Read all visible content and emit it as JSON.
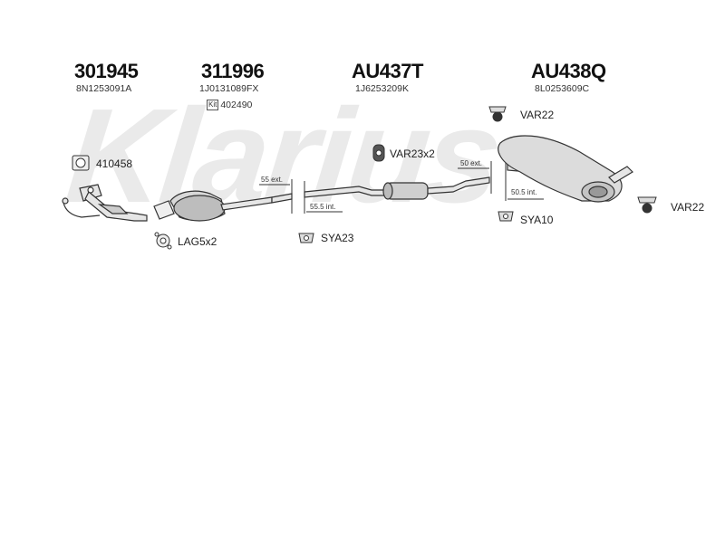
{
  "watermark": "Klarius",
  "parts": [
    {
      "number": "301945",
      "oem": "8N1253091A"
    },
    {
      "number": "311996",
      "oem": "1J0131089FX",
      "kit_icon": "Kit",
      "kit": "402490"
    },
    {
      "number": "AU437T",
      "oem": "1J6253209K"
    },
    {
      "number": "AU438Q",
      "oem": "8L0253609C"
    }
  ],
  "fittings": {
    "f410458": "410458",
    "lag": "LAG5x2",
    "sya23": "SYA23",
    "var23": "VAR23x2",
    "var22_top": "VAR22",
    "var22_right": "VAR22",
    "sya10": "SYA10"
  },
  "dimensions": {
    "d55ext": "55 ext.",
    "d555int": "55.5 int.",
    "d50ext": "50 ext.",
    "d505int": "50.5 int."
  },
  "icons": [
    "clamp-icon",
    "gasket-icon",
    "rubber-hanger-icon",
    "bracket-icon"
  ],
  "colors": {
    "line": "#333333",
    "watermark": "#d9d9d9",
    "part_fill": "#dddddd"
  }
}
